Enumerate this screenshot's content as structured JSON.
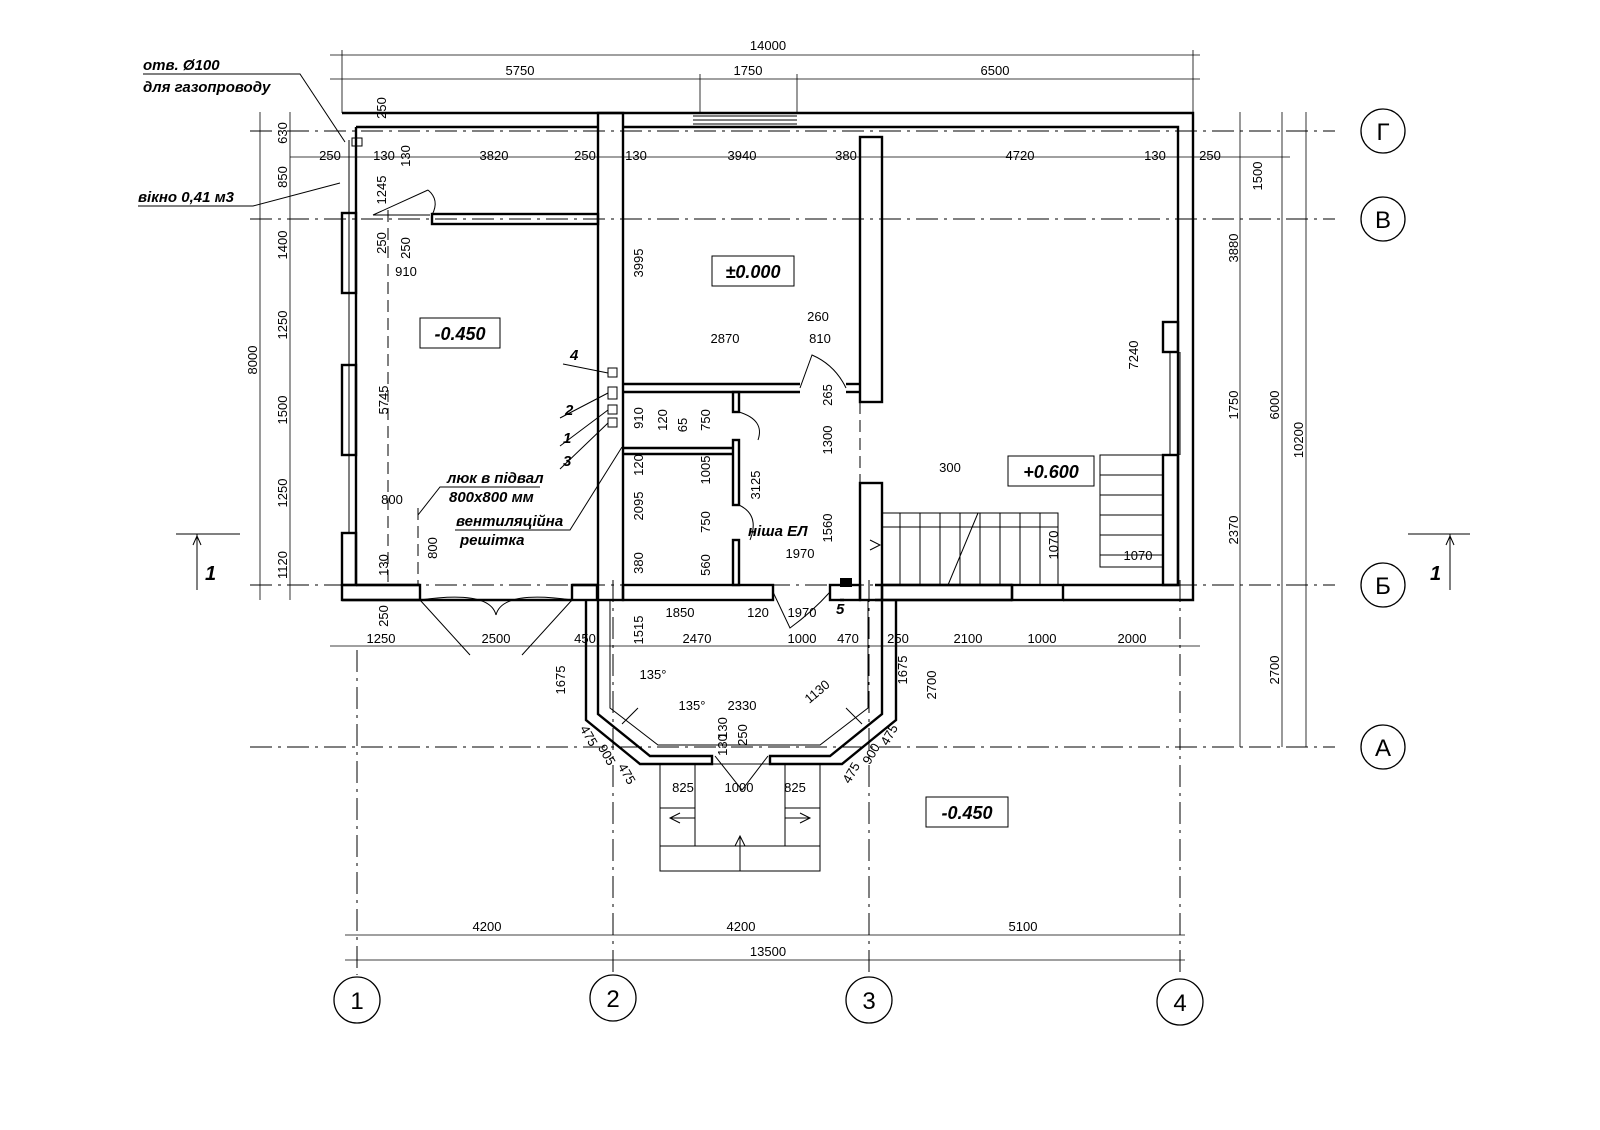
{
  "axes": {
    "letters": [
      "Г",
      "В",
      "Б",
      "А"
    ],
    "numbers": [
      "1",
      "2",
      "3",
      "4"
    ]
  },
  "section_marks": {
    "left": "1",
    "right": "1"
  },
  "levels": {
    "left_room": "-0.450",
    "center_room": "±0.000",
    "right_room": "+0.600",
    "outside": "-0.450"
  },
  "annotations": {
    "gas_opening_line1": "отв. Ø100",
    "gas_opening_line2": "для газопроводу",
    "window": "вікно 0,41 м3",
    "hatch_line1": "люк в підвал",
    "hatch_line2": "800х800 мм",
    "vent_line1": "вентиляційна",
    "vent_line2": "решітка",
    "niche": "ніша ЕЛ",
    "marks": [
      "4",
      "2",
      "1",
      "3",
      "5"
    ]
  },
  "dimensions": {
    "top_overall": "14000",
    "top_segments": [
      "5750",
      "1750",
      "6500"
    ],
    "top_inner": [
      "250",
      "130",
      "3820",
      "250",
      "130",
      "3940",
      "380",
      "4720",
      "130",
      "250"
    ],
    "top_wall_thickness": [
      "250",
      "130"
    ],
    "left_segments": [
      "630",
      "850",
      "1400",
      "1250",
      "1500",
      "1250",
      "1120"
    ],
    "left_overall": "8000",
    "right_segments": [
      "1500",
      "3880",
      "1750",
      "2370"
    ],
    "right_mid": "6000",
    "right_bottom": "2700",
    "right_overall": "10200",
    "lower_row": [
      "1250",
      "2500",
      "450",
      "2470",
      "1000",
      "470",
      "250",
      "2100",
      "1000",
      "2000"
    ],
    "bottom_segments": [
      "4200",
      "4200",
      "5100"
    ],
    "bottom_overall": "13500",
    "interior": {
      "door_left": [
        "1245",
        "250",
        "250",
        "910"
      ],
      "left_room_height": "5745",
      "hatch": [
        "800",
        "800",
        "130",
        "250"
      ],
      "center": [
        "3995",
        "260",
        "810",
        "2870",
        "265",
        "1300",
        "1560",
        "1970",
        "1970",
        "1850",
        "120"
      ],
      "wc": [
        "910",
        "120",
        "65",
        "750",
        "120",
        "1005",
        "3125",
        "2095",
        "750",
        "380",
        "560"
      ],
      "right_room": [
        "7240",
        "300",
        "1070",
        "1070"
      ],
      "porch": [
        "1515",
        "1675",
        "135°",
        "135°",
        "2330",
        "1130",
        "130",
        "1675",
        "2700",
        "130",
        "250",
        "475",
        "905",
        "475",
        "475",
        "900",
        "475",
        "825",
        "1000",
        "825"
      ]
    }
  }
}
